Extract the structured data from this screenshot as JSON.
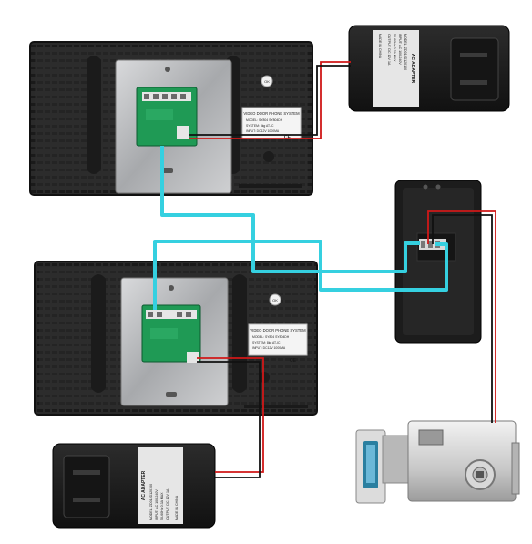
{
  "monitor_top": {
    "label_title": "VIDEO DOOR PHONE SYSTEM",
    "label_rows": [
      "MODEL: SY804  SY804DH",
      "SYSTEM: 8kg  AT-IC",
      "INPUT:  DC12V  1000MA"
    ],
    "ok_badge": "OK",
    "ce_mark": "CE"
  },
  "monitor_bottom": {
    "label_title": "VIDEO DOOR PHONE SYSTEM",
    "label_rows": [
      "MODEL: SY804  SY804DH",
      "SYSTEM: 8kg  AT-IC",
      "INPUT:  DC12V  1000MA"
    ],
    "ok_badge": "OK",
    "ce_mark": "CE"
  },
  "adapter_top": {
    "title": "AC ADAPTER",
    "lines": [
      "MODEL: ZD012D120100",
      "INPUT: AC 100-240V",
      "50-60Hz 0.3A MAX",
      "OUTPUT: DC 12V 1A"
    ],
    "made_in": "MADE IN CHINA"
  },
  "adapter_bottom": {
    "title": "AC ADAPTER",
    "lines": [
      "MODEL: ZD012D120100",
      "INPUT: AC 100-240V",
      "50-60Hz 0.3A MAX",
      "OUTPUT: DC 12V 1A"
    ],
    "made_in": "MADE IN CHINA"
  },
  "colors": {
    "cable_cyan": "#35d0e0",
    "wire_red": "#d01818",
    "wire_black": "#111111",
    "monitor_body": "#2a2a2a",
    "pcb_green": "#1f9a55"
  }
}
